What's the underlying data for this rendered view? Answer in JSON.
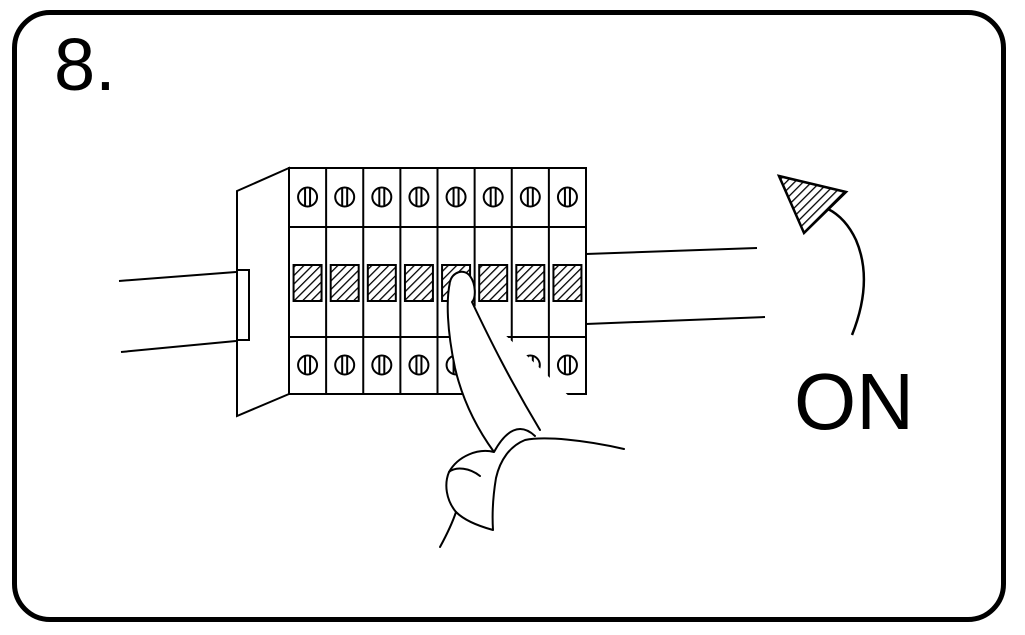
{
  "step": {
    "number": "8."
  },
  "state": {
    "label": "ON"
  },
  "colors": {
    "stroke": "#000000",
    "background": "#ffffff"
  },
  "illustration": {
    "breaker_count": 8,
    "icons": [
      "circuit-breaker-panel",
      "screw-terminal-icon",
      "finger-hand",
      "upward-arrow-icon"
    ]
  }
}
